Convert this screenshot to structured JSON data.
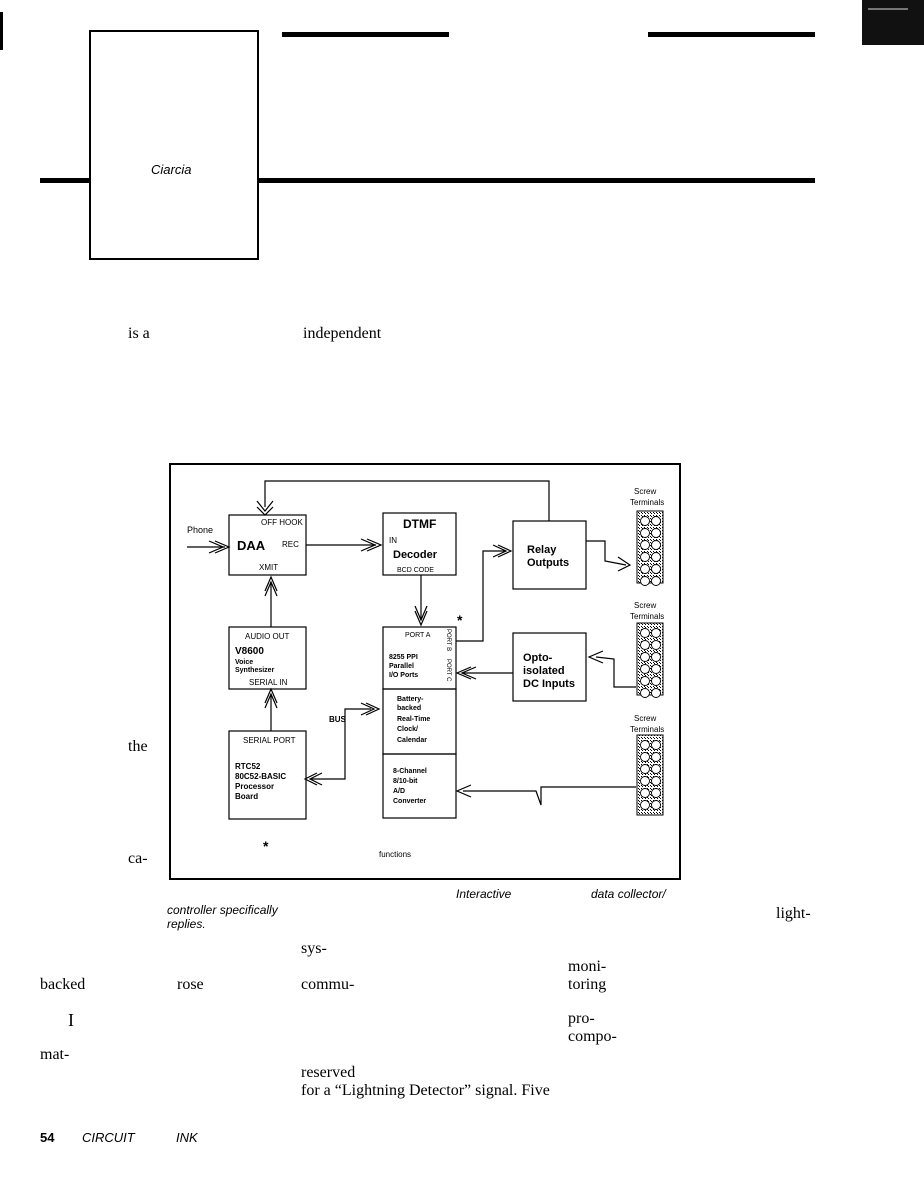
{
  "header": {
    "author": "Ciarcia"
  },
  "body_fragments": {
    "is_a": "is a",
    "independent": "independent",
    "the": "the",
    "ca": "ca-",
    "light": "light-",
    "backed": "backed",
    "rose": "rose",
    "sys": "sys-",
    "commu": "commu-",
    "moni": "moni-",
    "toring": "toring",
    "pronoun_i": "I",
    "pro": "pro-",
    "compo": "compo-",
    "mat": "mat-",
    "reserved": "reserved",
    "lightning_line": "for a “Lightning Detector” signal. Five"
  },
  "caption": {
    "interactive": "Interactive",
    "data_collector": "data collector/",
    "controller": "controller specifically",
    "replies": "replies."
  },
  "figure": {
    "phone": "Phone",
    "daa": {
      "off_hook": "OFF HOOK",
      "name": "DAA",
      "rec": "REC",
      "xmit": "XMIT"
    },
    "dtmf": {
      "name": "DTMF",
      "in": "IN",
      "decoder": "Decoder",
      "bcd": "BCD CODE"
    },
    "relay": {
      "line1": "Relay",
      "line2": "Outputs"
    },
    "opto": {
      "line1": "Opto-",
      "line2": "isolated",
      "line3": "DC Inputs"
    },
    "voice": {
      "audio_out": "AUDIO OUT",
      "name": "V8600",
      "line2": "Voice",
      "line3": "Synthesizer",
      "serial_in": "SERIAL IN"
    },
    "processor": {
      "serial_port": "SERIAL PORT",
      "line1": "RTC52",
      "line2": "80C52-BASIC",
      "line3": "Processor",
      "line4": "Board"
    },
    "ppi": {
      "port_a": "PORT A",
      "line1": "8255 PPI",
      "line2": "Parallel",
      "line3": "I/O Ports",
      "port_b": "PORT B",
      "port_c": "PORT C"
    },
    "rtc": {
      "line1": "Battery-",
      "line2": "backed",
      "line3": "Real-Time",
      "line4": "Clock/",
      "line5": "Calendar"
    },
    "adc": {
      "line1": "8-Channel",
      "line2": "8/10-bit",
      "line3": "A/D",
      "line4": "Converter"
    },
    "bus": "BUS",
    "screw_top": "Screw",
    "screw_bottom": "Terminals",
    "star": "*",
    "functions": "functions"
  },
  "footer": {
    "page_number": "54",
    "mag1": "CIRCUIT",
    "mag2": "INK"
  }
}
